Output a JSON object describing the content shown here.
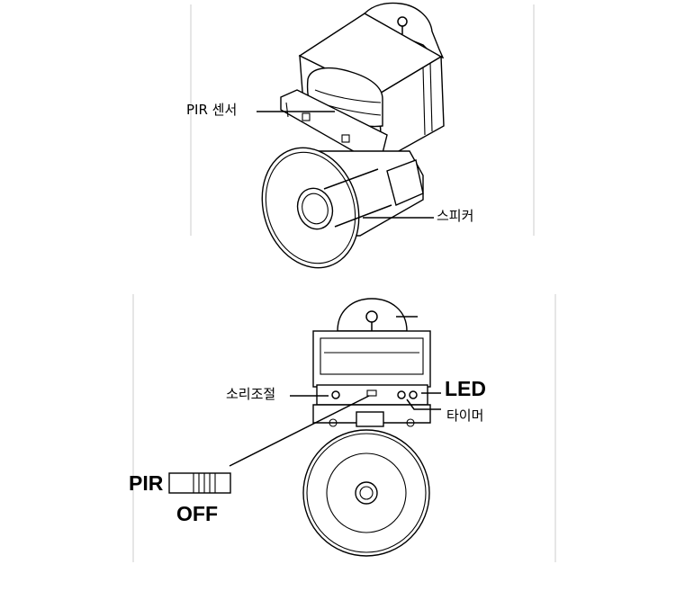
{
  "labels": {
    "pir_sensor": "PIR 센서",
    "speaker": "스피커",
    "volume": "소리조절",
    "led": "LED",
    "timer": "타이머",
    "switch_pir": "PIR",
    "switch_off": "OFF"
  }
}
